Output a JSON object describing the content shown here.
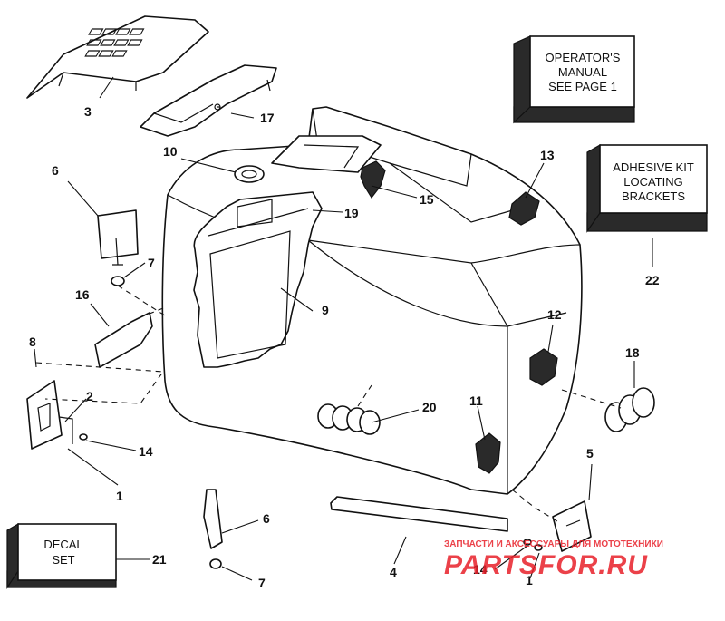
{
  "callouts": [
    {
      "id": "c1a",
      "label": "1"
    },
    {
      "id": "c1b",
      "label": "1"
    },
    {
      "id": "c2",
      "label": "2"
    },
    {
      "id": "c3",
      "label": "3"
    },
    {
      "id": "c4",
      "label": "4"
    },
    {
      "id": "c5",
      "label": "5"
    },
    {
      "id": "c6a",
      "label": "6"
    },
    {
      "id": "c6b",
      "label": "6"
    },
    {
      "id": "c7a",
      "label": "7"
    },
    {
      "id": "c7b",
      "label": "7"
    },
    {
      "id": "c8",
      "label": "8"
    },
    {
      "id": "c9",
      "label": "9"
    },
    {
      "id": "c10",
      "label": "10"
    },
    {
      "id": "c11",
      "label": "11"
    },
    {
      "id": "c12",
      "label": "12"
    },
    {
      "id": "c13",
      "label": "13"
    },
    {
      "id": "c14a",
      "label": "14"
    },
    {
      "id": "c14b",
      "label": "14"
    },
    {
      "id": "c15",
      "label": "15"
    },
    {
      "id": "c16",
      "label": "16"
    },
    {
      "id": "c17",
      "label": "17"
    },
    {
      "id": "c18",
      "label": "18"
    },
    {
      "id": "c19",
      "label": "19"
    },
    {
      "id": "c20",
      "label": "20"
    },
    {
      "id": "c21",
      "label": "21"
    },
    {
      "id": "c22",
      "label": "22"
    }
  ],
  "boxes": {
    "operators_manual": [
      "OPERATOR'S",
      "MANUAL",
      "SEE PAGE 1"
    ],
    "adhesive_kit": [
      "ADHESIVE KIT",
      "LOCATING",
      "BRACKETS"
    ],
    "decal_set": [
      "DECAL",
      "SET"
    ]
  },
  "watermark": {
    "top_line": "ЗАПЧАСТИ И АКСЕССУАРЫ ДЛЯ МОТОТЕХНИКИ",
    "logo_text": "PARTSFOR.RU",
    "color": "#e8202a"
  }
}
